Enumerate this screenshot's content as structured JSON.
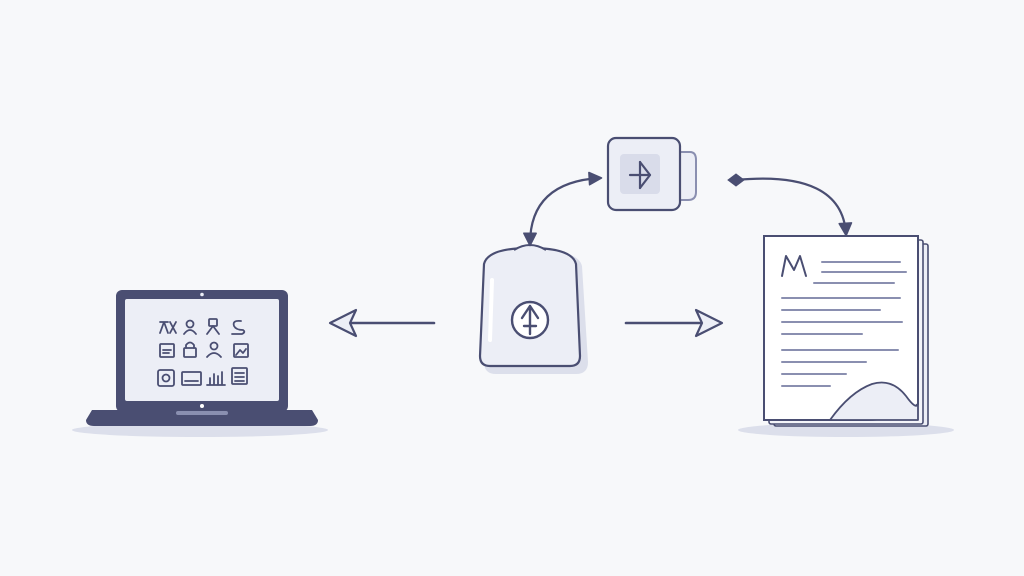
{
  "colors": {
    "background": "#f7f8fa",
    "ink": "#4a4e72",
    "ink_light": "#8a8fb0",
    "fill_light": "#eceef6",
    "shadow": "#dcdfeb",
    "white": "#ffffff"
  },
  "nodes": {
    "laptop": {
      "icon": "laptop-icon",
      "screen_icons": "app-grid-icons"
    },
    "center_bag": {
      "icon": "upload-bag-icon",
      "symbol": "up-arrow-circle-icon"
    },
    "top_mug": {
      "icon": "mug-icon",
      "symbol": "arrow-icon"
    },
    "document": {
      "icon": "document-icon",
      "logo": "letter-mark-icon"
    }
  },
  "connectors": [
    {
      "from": "center_bag",
      "to": "laptop",
      "kind": "straight-arrow"
    },
    {
      "from": "center_bag",
      "to": "document",
      "kind": "straight-arrow"
    },
    {
      "from": "center_bag",
      "to": "top_mug",
      "kind": "curved-arrow"
    },
    {
      "from": "top_mug",
      "to": "document",
      "kind": "curved-arrow"
    }
  ]
}
